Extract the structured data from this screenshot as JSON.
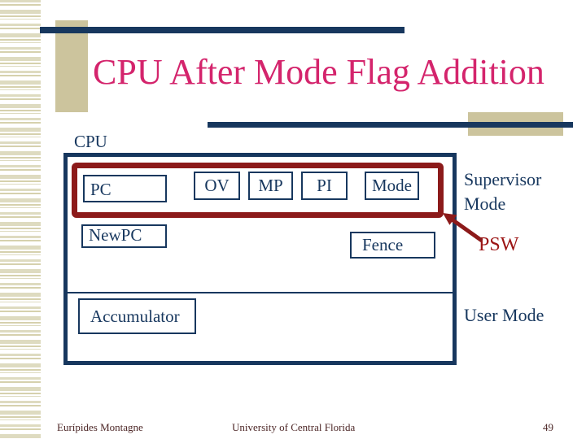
{
  "slide": {
    "title": "CPU After Mode Flag Addition",
    "cpu_label": "CPU",
    "registers": {
      "pc": "PC",
      "ov": "OV",
      "mp": "MP",
      "pi": "PI",
      "mode": "Mode",
      "new_pc": "NewPC",
      "fence": "Fence",
      "accumulator": "Accumulator"
    },
    "annotations": {
      "supervisor_mode": "Supervisor Mode",
      "psw": "PSW",
      "user_mode": "User Mode"
    },
    "footer": {
      "author": "Eurípides Montagne",
      "institution": "University of Central Florida",
      "page_number": "49"
    },
    "colors": {
      "navy": "#17375e",
      "title_magenta": "#d4246c",
      "highlight_maroon": "#8c1a1a",
      "psw_red": "#9c1515",
      "tan": "#ccc49d",
      "footer_text": "#4c2626"
    }
  }
}
